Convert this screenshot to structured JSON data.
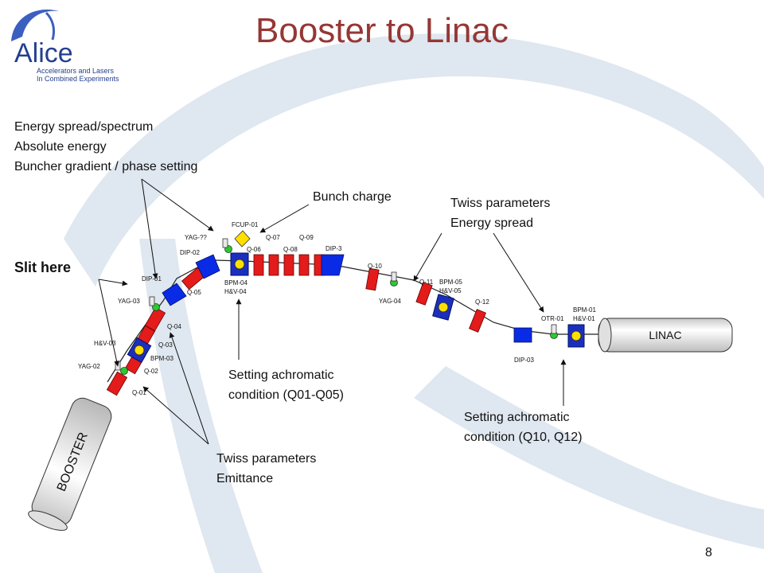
{
  "title": "Booster to Linac",
  "page_number": "8",
  "logo": {
    "name": "Alice",
    "line1": "Accelerators and Lasers",
    "line2": "In Combined Experiments"
  },
  "slit_label": "Slit here",
  "annotations": {
    "energy": [
      "Energy spread/spectrum",
      "Absolute energy",
      "Buncher gradient / phase setting"
    ],
    "bunch_charge": "Bunch charge",
    "twiss_energy": [
      "Twiss parameters",
      "Energy spread"
    ],
    "achromatic_1": [
      "Setting achromatic",
      "condition (Q01-Q05)"
    ],
    "achromatic_2": [
      "Setting achromatic",
      "condition (Q10, Q12)"
    ],
    "twiss_emittance": [
      "Twiss parameters",
      "Emittance"
    ]
  },
  "blocks": {
    "booster": "BOOSTER",
    "linac": "LINAC"
  },
  "beamline_labels": {
    "q01": "Q-01",
    "q02": "Q-02",
    "q03": "Q-03",
    "q04": "Q-04",
    "q05": "Q-05",
    "q06": "Q-06",
    "q07": "Q-07",
    "q08": "Q-08",
    "q09": "Q-09",
    "q10": "Q-10",
    "q11": "Q-11",
    "q12": "Q-12",
    "dip01": "DIP-01",
    "dip02": "DIP-02",
    "dip03": "DIP-03",
    "dip3": "DIP-3",
    "yag02": "YAG-02",
    "yag03": "YAG-03",
    "yag04": "YAG-04",
    "yagqq": "YAG-??",
    "hv03": "H&V-03",
    "bpm03": "BPM-03",
    "bpm04": "BPM-04",
    "hv04": "H&V-04",
    "bpm05": "BPM-05",
    "hv05": "H&V-05",
    "otr01": "OTR-01",
    "bpm01": "BPM-01",
    "hv01": "H&V-01",
    "fcup01": "FCUP-01"
  },
  "colors": {
    "quad": "#e31b1b",
    "dipole": "#0a2be6",
    "fcup": "#ffe000",
    "screen": "#2fc832",
    "title": "#953735",
    "swoosh": "#dfe7f0"
  }
}
